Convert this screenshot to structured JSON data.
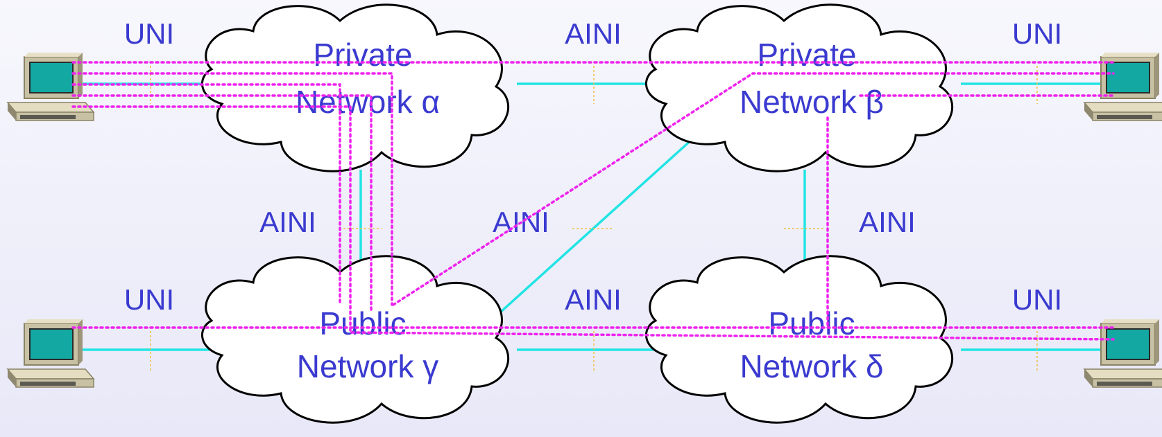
{
  "interfaces": {
    "uni_top_left": "UNI",
    "aini_top": "AINI",
    "uni_top_right": "UNI",
    "aini_mid_left": "AINI",
    "aini_mid_center": "AINI",
    "aini_mid_right": "AINI",
    "uni_bottom_left": "UNI",
    "aini_bottom": "AINI",
    "uni_bottom_right": "UNI"
  },
  "networks": {
    "alpha": {
      "line1": "Private",
      "line2": "Network α"
    },
    "beta": {
      "line1": "Private",
      "line2": "Network β"
    },
    "gamma": {
      "line1": "Public",
      "line2": "Network γ"
    },
    "delta": {
      "line1": "Public",
      "line2": "Network δ"
    }
  },
  "colors": {
    "label": "#3a3ad0",
    "physical_link": "#22e4e4",
    "virtual_path": "#ee22ee",
    "interface_marker": "#f0c040"
  },
  "icons": [
    "computer-icon",
    "cloud-icon"
  ]
}
